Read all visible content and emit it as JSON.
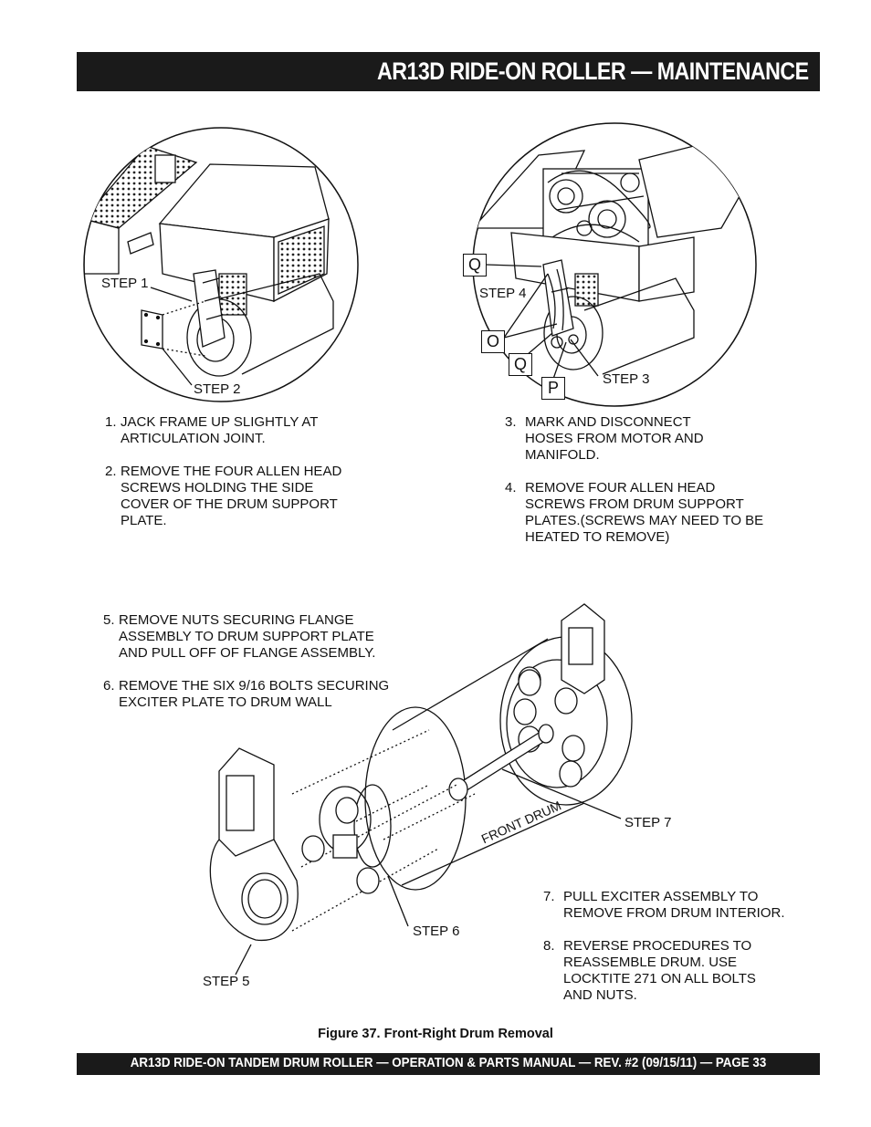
{
  "header": {
    "title": "AR13D RIDE-ON ROLLER — MAINTENANCE"
  },
  "callouts": {
    "step1": "STEP 1",
    "step2": "STEP 2",
    "step3": "STEP 3",
    "step4": "STEP 4",
    "step5": "STEP 5",
    "step6": "STEP 6",
    "step7": "STEP 7",
    "q_upper": "Q",
    "o": "O",
    "q_lower": "Q",
    "p": "P",
    "front_drum": "FRONT DRUM"
  },
  "instructions_left": [
    {
      "num": "1.",
      "text": "JACK FRAME UP SLIGHTLY AT\nARTICULATION JOINT."
    },
    {
      "num": "2.",
      "text": "REMOVE THE FOUR ALLEN HEAD\nSCREWS  HOLDING THE SIDE\nCOVER OF THE DRUM SUPPORT\nPLATE."
    }
  ],
  "instructions_right": [
    {
      "num": "3.",
      "text": "MARK AND DISCONNECT\nHOSES FROM MOTOR AND\nMANIFOLD."
    },
    {
      "num": "4.",
      "text": "REMOVE FOUR ALLEN HEAD\nSCREWS FROM DRUM SUPPORT\nPLATES.(SCREWS MAY NEED TO BE\nHEATED TO REMOVE)"
    }
  ],
  "instructions_mid": [
    {
      "num": "5.",
      "text": "REMOVE NUTS SECURING FLANGE\nASSEMBLY TO DRUM SUPPORT PLATE\nAND PULL OFF OF FLANGE ASSEMBLY."
    },
    {
      "num": "6.",
      "text": "REMOVE THE SIX  9/16 BOLTS SECURING\nEXCITER PLATE TO DRUM WALL"
    }
  ],
  "instructions_bottom": [
    {
      "num": "7.",
      "text": "PULL EXCITER ASSEMBLY TO\nREMOVE FROM DRUM INTERIOR."
    },
    {
      "num": "8.",
      "text": "REVERSE PROCEDURES TO\nREASSEMBLE DRUM. USE\nLOCKTITE 271 ON ALL BOLTS\nAND NUTS."
    }
  ],
  "caption": "Figure 37. Front-Right Drum Removal",
  "footer": {
    "text": "AR13D RIDE-ON TANDEM DRUM ROLLER — OPERATION & PARTS MANUAL — REV. #2  (09/15/11) — PAGE 33"
  }
}
